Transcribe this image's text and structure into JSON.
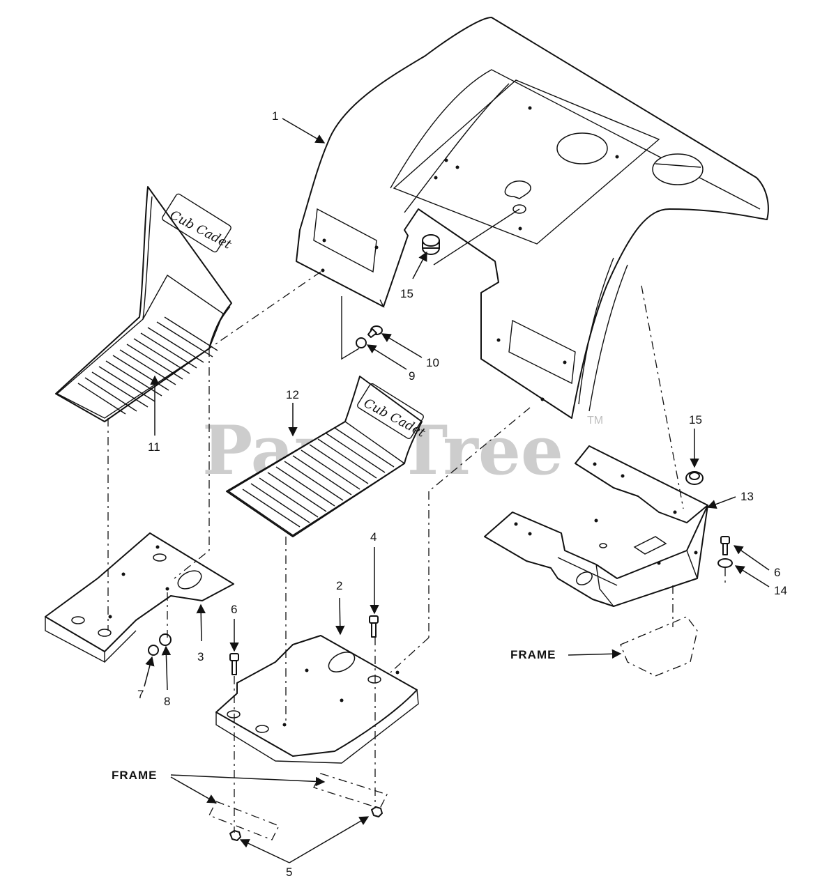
{
  "diagram": {
    "callouts": [
      "1",
      "2",
      "3",
      "4",
      "5",
      "6",
      "6",
      "7",
      "8",
      "9",
      "10",
      "11",
      "12",
      "13",
      "14",
      "15",
      "15"
    ],
    "frame_labels": [
      "FRAME",
      "FRAME"
    ],
    "brand_plates": [
      "Cub Cadet",
      "Cub Cadet"
    ],
    "watermark": "PartsTree",
    "watermark_tm": "TM"
  }
}
